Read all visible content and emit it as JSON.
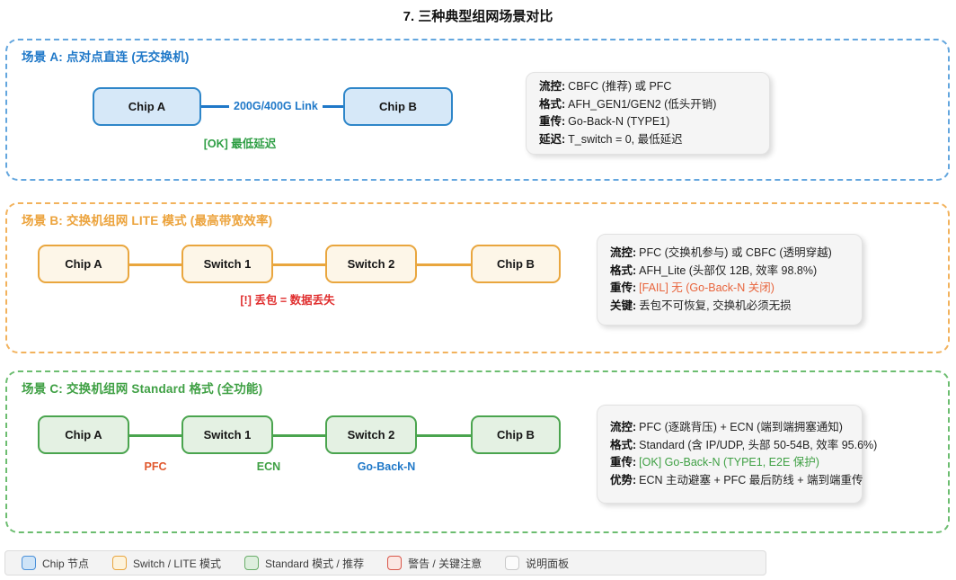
{
  "title": "7. 三种典型组网场景对比",
  "colors": {
    "blue": "#1f78c8",
    "orange": "#e9a63e",
    "green": "#3fa044",
    "warning_red": "#e02f2f",
    "fail_orange": "#e8643c",
    "panel_bg": "#f5f5f5"
  },
  "scenario_a": {
    "heading": "场景 A: 点对点直连 (无交换机)",
    "node_a": "Chip A",
    "node_b": "Chip B",
    "link_label": "200G/400G Link",
    "note": "[OK] 最低延迟",
    "info": [
      {
        "label": "流控:",
        "value": "CBFC (推荐) 或 PFC"
      },
      {
        "label": "格式:",
        "value": "AFH_GEN1/GEN2 (低头开销)"
      },
      {
        "label": "重传:",
        "value": "Go-Back-N (TYPE1)"
      },
      {
        "label": "延迟:",
        "value": "T_switch = 0, 最低延迟"
      }
    ]
  },
  "scenario_b": {
    "heading": "场景 B: 交换机组网 LITE 模式 (最高带宽效率)",
    "nodes": [
      "Chip A",
      "Switch 1",
      "Switch 2",
      "Chip B"
    ],
    "warning": "[!] 丢包 = 数据丢失",
    "info": [
      {
        "label": "流控:",
        "value": "PFC (交换机参与) 或 CBFC (透明穿越)"
      },
      {
        "label": "格式:",
        "value": "AFH_Lite (头部仅 12B, 效率 98.8%)"
      },
      {
        "label": "重传:",
        "value": "[FAIL] 无 (Go-Back-N 关闭)"
      },
      {
        "label": "关键:",
        "value": "丢包不可恢复, 交换机必须无损"
      }
    ]
  },
  "scenario_c": {
    "heading": "场景 C: 交换机组网 Standard 格式 (全功能)",
    "nodes": [
      "Chip A",
      "Switch 1",
      "Switch 2",
      "Chip B"
    ],
    "edge_tags": [
      "PFC",
      "ECN",
      "Go-Back-N"
    ],
    "info": [
      {
        "label": "流控:",
        "value": "PFC (逐跳背压) + ECN (端到端拥塞通知)"
      },
      {
        "label": "格式:",
        "value": "Standard (含 IP/UDP, 头部 50-54B, 效率 95.6%)"
      },
      {
        "label": "重传:",
        "value": "[OK] Go-Back-N (TYPE1, E2E 保护)"
      },
      {
        "label": "优势:",
        "value": "ECN 主动避塞 + PFC 最后防线 + 端到端重传"
      }
    ]
  },
  "legend": {
    "items": [
      {
        "swatch": "chip-node-swatch",
        "label": "Chip 节点"
      },
      {
        "swatch": "switch-lite-swatch",
        "label": "Switch / LITE 模式"
      },
      {
        "swatch": "standard-mode-swatch",
        "label": "Standard 模式 / 推荐"
      },
      {
        "swatch": "warning-swatch",
        "label": "警告 / 关键注意"
      },
      {
        "swatch": "info-panel-swatch",
        "label": "说明面板"
      }
    ]
  }
}
